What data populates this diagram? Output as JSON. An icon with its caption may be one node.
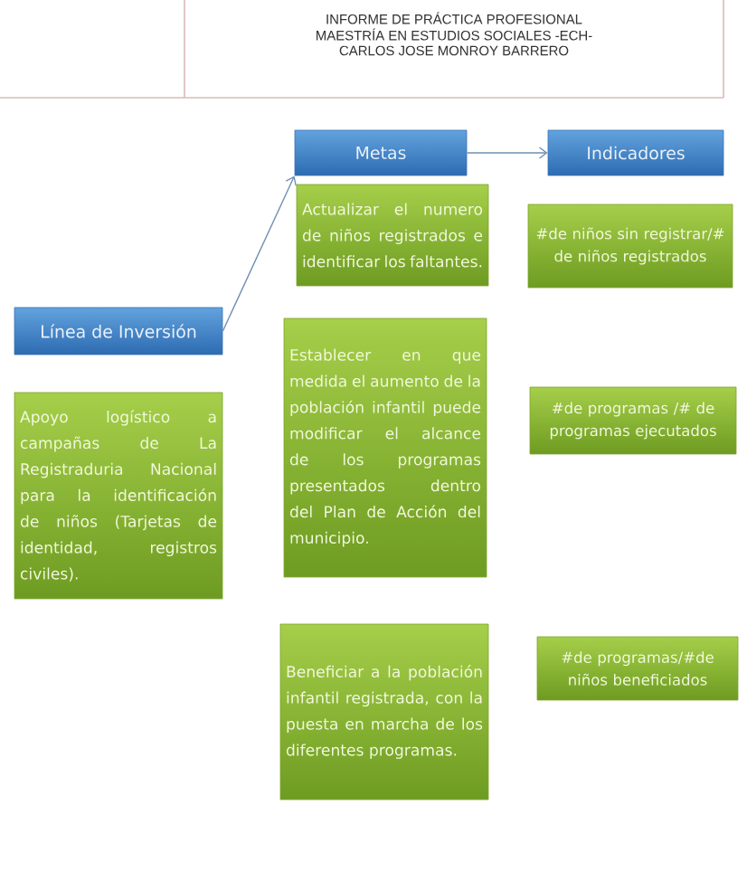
{
  "diagram": {
    "nodes": [
      {
        "text": [
          "Metas"
        ]
      },
      {
        "text": [
          "Indicadores"
        ]
      },
      {
        "text": [
          "Actualizar el numero de niños registrados e identificar los faltantes."
        ]
      },
      {
        "text": [
          "#de niños sin registrar/# de niños registrados"
        ]
      },
      {
        "text": [
          "Línea de Inversión"
        ]
      },
      {
        "text": [
          "Establecer en que medida el aumento de la población infantil puede modificar el alcance de los programas presentados dentro del Plan de Acción del municipio."
        ]
      },
      {
        "text": [
          "#de programas /# de programas ejecutados"
        ]
      },
      {
        "text": [
          "Apoyo logístico a campañas de La Registraduria Nacional para la identificación de niños (Tarjetas de identidad, registros civiles)."
        ]
      },
      {
        "text": [
          "Beneficiar a la población infantil registrada, con la puesta en marcha de los diferentes programas."
        ]
      },
      {
        "text": [
          "#de programas/#de niños beneficiados"
        ]
      }
    ],
    "edges": [
      {
        "from": 4,
        "to": 0,
        "arrow": "to"
      },
      {
        "from": 0,
        "to": 1,
        "arrow": "to"
      }
    ],
    "labels": [
      "INFORME DE PRÁCTICA PROFESIONAL",
      "MAESTRÍA EN ESTUDIOS SOCIALES -ECH-",
      "CARLOS JOSE MONROY BARRERO"
    ]
  }
}
